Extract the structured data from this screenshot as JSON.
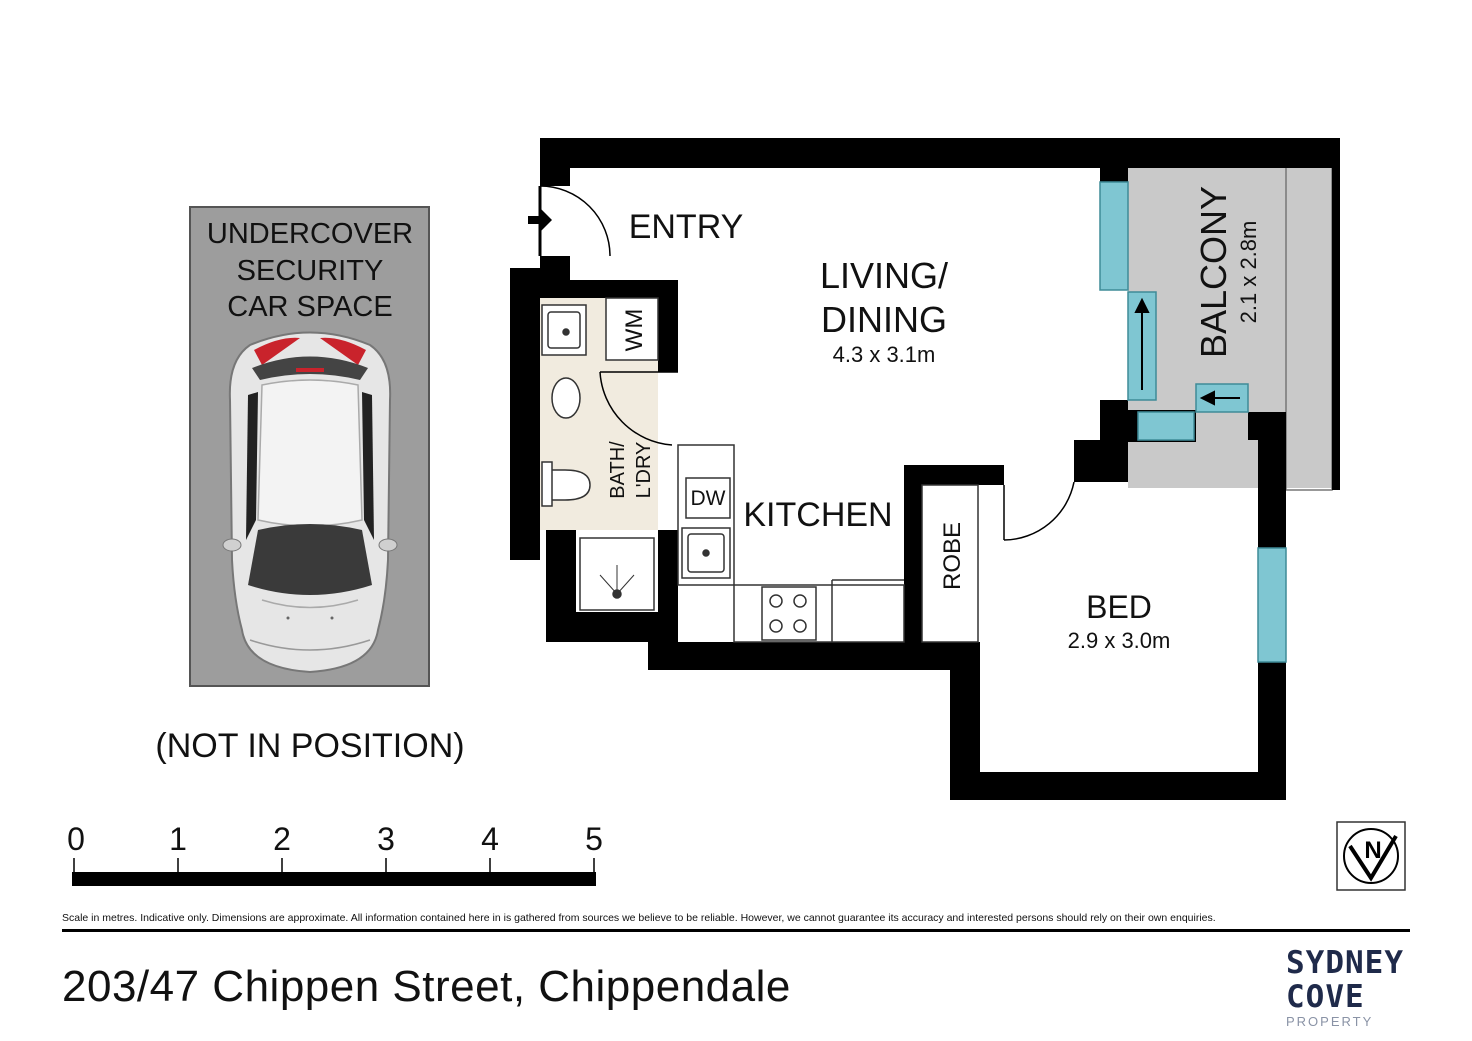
{
  "car_space": {
    "line1": "UNDERCOVER",
    "line2": "SECURITY",
    "line3": "CAR SPACE",
    "note": "(NOT IN POSITION)"
  },
  "rooms": {
    "entry": "ENTRY",
    "living_line1": "LIVING/",
    "living_line2": "DINING",
    "living_dims": "4.3 x 3.1m",
    "balcony": "BALCONY",
    "balcony_dims": "2.1 x 2.8m",
    "bath_line1": "BATH/",
    "bath_line2": "L'DRY",
    "wm": "WM",
    "dw": "DW",
    "kitchen": "KITCHEN",
    "robe": "ROBE",
    "bed": "BED",
    "bed_dims": "2.9 x 3.0m"
  },
  "scale": {
    "ticks": [
      "0",
      "1",
      "2",
      "3",
      "4",
      "5"
    ]
  },
  "compass": {
    "letter": "N"
  },
  "footer": {
    "disclaimer": "Scale in metres. Indicative only. Dimensions are approximate. All information contained here in is gathered from sources we believe to be reliable. However, we cannot guarantee its accuracy and interested persons should rely on their own enquiries.",
    "address": "203/47 Chippen Street, Chippendale"
  },
  "brand": {
    "line1": "SYDNEY",
    "line2": "COVE",
    "line3": "PROPERTY"
  },
  "colors": {
    "wall": "#000000",
    "window": "#7fc6d2",
    "balcony_floor": "#c9c9c9",
    "car_bg": "#9d9d9d",
    "bath_tile": "#f1ebdf",
    "brand": "#1f2a4a"
  }
}
